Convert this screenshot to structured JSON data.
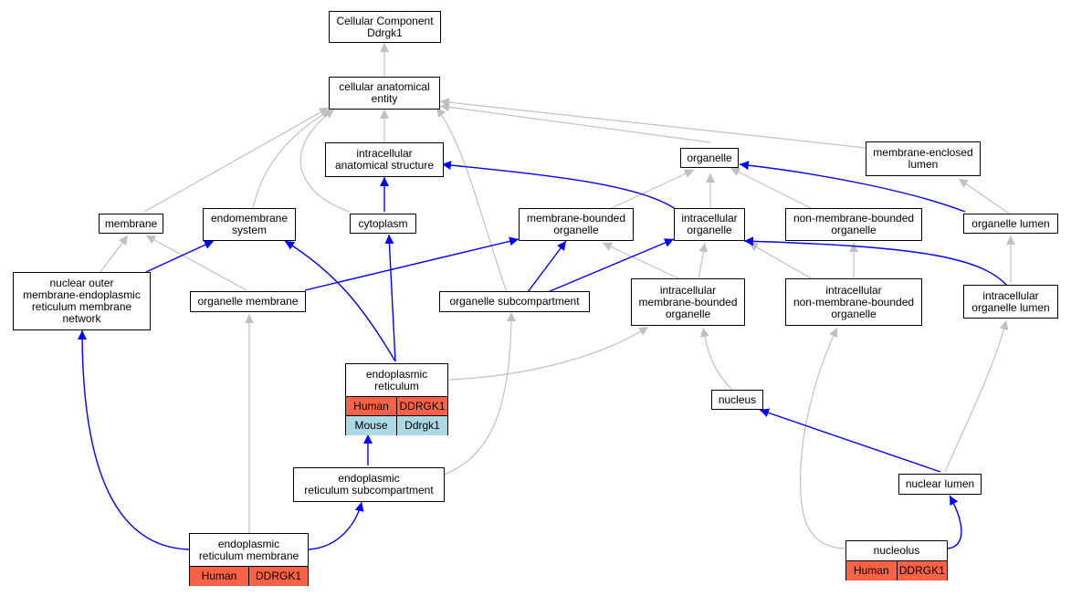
{
  "colors": {
    "blue_edge": "#0000ff",
    "gray_edge": "#c0c0c0",
    "human": "#fa6246",
    "mouse": "#add8e6"
  },
  "nodes": {
    "cc": [
      "Cellular Component",
      "Ddrgk1"
    ],
    "cae": [
      "cellular anatomical",
      "entity"
    ],
    "ias": [
      "intracellular",
      "anatomical structure"
    ],
    "organelle": [
      "organelle"
    ],
    "mel": [
      "membrane-enclosed",
      "lumen"
    ],
    "membrane": [
      "membrane"
    ],
    "endomembrane": [
      "endomembrane",
      "system"
    ],
    "cytoplasm": [
      "cytoplasm"
    ],
    "mbo": [
      "membrane-bounded",
      "organelle"
    ],
    "io": [
      "intracellular",
      "organelle"
    ],
    "nmbo": [
      "non-membrane-bounded",
      "organelle"
    ],
    "ol": [
      "organelle lumen"
    ],
    "nomerm": [
      "nuclear outer",
      "membrane-endoplasmic",
      "reticulum membrane",
      "network"
    ],
    "om": [
      "organelle membrane"
    ],
    "os": [
      "organelle subcompartment"
    ],
    "imbo": [
      "intracellular",
      "membrane-bounded",
      "organelle"
    ],
    "inmbo": [
      "intracellular",
      "non-membrane-bounded",
      "organelle"
    ],
    "iol": [
      "intracellular",
      "organelle lumen"
    ],
    "er": [
      "endoplasmic",
      "reticulum"
    ],
    "nucleus": [
      "nucleus"
    ],
    "ers": [
      "endoplasmic",
      "reticulum subcompartment"
    ],
    "nl": [
      "nuclear lumen"
    ],
    "erm": [
      "endoplasmic",
      "reticulum membrane"
    ],
    "nucleolus": [
      "nucleolus"
    ]
  },
  "annotations": {
    "er": [
      {
        "species": "Human",
        "gene": "DDRGK1"
      },
      {
        "species": "Mouse",
        "gene": "Ddrgk1"
      }
    ],
    "erm": [
      {
        "species": "Human",
        "gene": "DDRGK1"
      }
    ],
    "nucleolus": [
      {
        "species": "Human",
        "gene": "DDRGK1"
      }
    ]
  }
}
